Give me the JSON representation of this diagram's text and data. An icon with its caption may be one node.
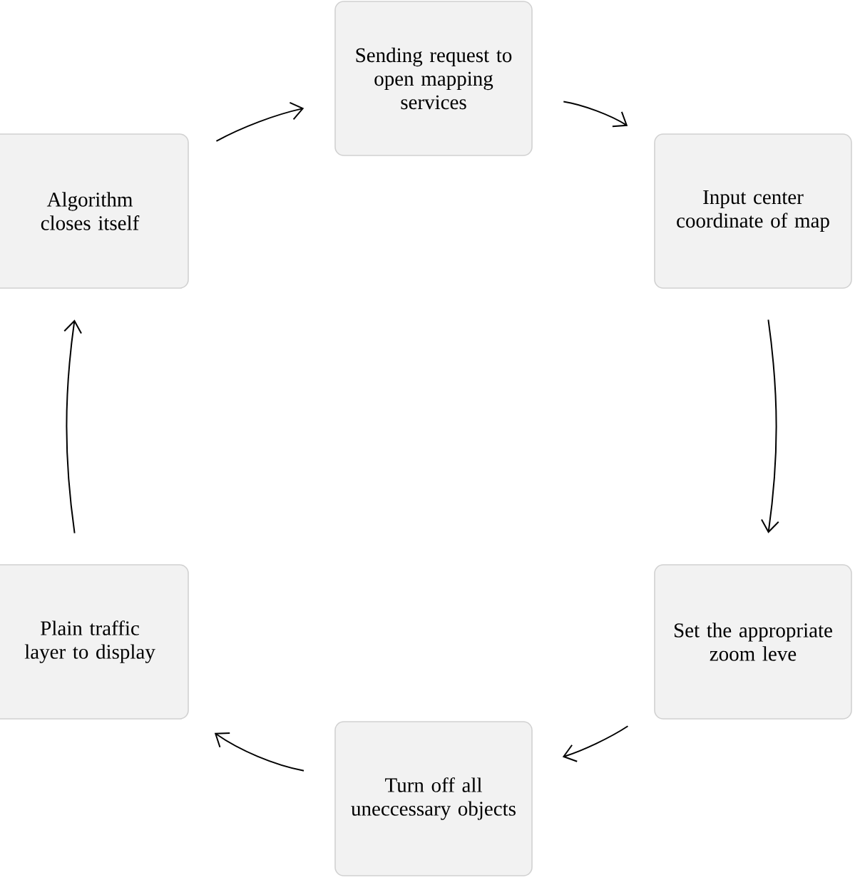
{
  "diagram": {
    "nodes": [
      {
        "text": [
          "Sending request to open mapping services"
        ]
      },
      {
        "text": [
          "Input center coordinate of map"
        ]
      },
      {
        "text": [
          "Set the appropriate zoom leve"
        ]
      },
      {
        "text": [
          "Turn off all uneccessary objects"
        ]
      },
      {
        "text": [
          "Plain traffic layer to display"
        ]
      },
      {
        "text": [
          "Algorithm closes itself"
        ]
      }
    ],
    "edges": [
      {
        "from": 0,
        "to": 1,
        "arrow": "to"
      },
      {
        "from": 1,
        "to": 2,
        "arrow": "to"
      },
      {
        "from": 2,
        "to": 3,
        "arrow": "to"
      },
      {
        "from": 3,
        "to": 4,
        "arrow": "to"
      },
      {
        "from": 4,
        "to": 5,
        "arrow": "to"
      },
      {
        "from": 5,
        "to": 0,
        "arrow": "to"
      }
    ]
  }
}
